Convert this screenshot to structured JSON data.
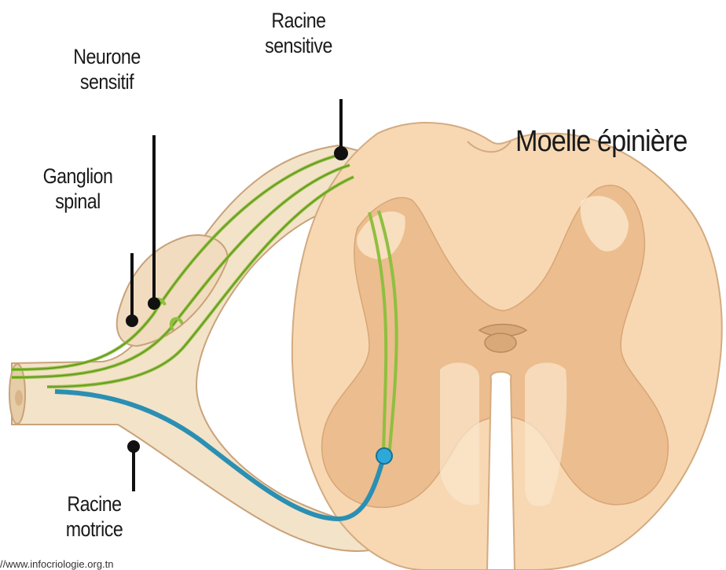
{
  "labels": {
    "neurone_sensitif": [
      "Neurone",
      "sensitif"
    ],
    "racine_sensitive": [
      "Racine",
      "sensitive"
    ],
    "ganglion_spinal": [
      "Ganglion",
      "spinal"
    ],
    "racine_motrice": [
      "Racine",
      "motrice"
    ],
    "moelle_epiniere": "Moelle épinière"
  },
  "source_url": "//www.infocriologie.org.tn",
  "colors": {
    "tissue": "#f7d8b3",
    "tissue_edge": "#c9a27a",
    "nerve": "#f3e3c8",
    "gray_matter": "#e9b98a",
    "white_core": "#ffffff",
    "sensory_fiber": "#8fbf3f",
    "motor_fiber": "#2b8fb3",
    "pointer": "#111111"
  }
}
